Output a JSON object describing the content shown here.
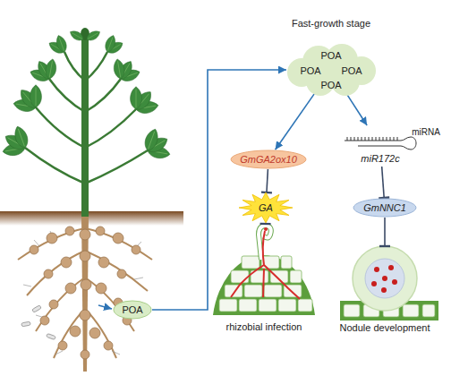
{
  "diagram": {
    "title": "Fast-growth stage",
    "nodes": [
      {
        "text": [
          "POA"
        ]
      },
      {
        "text": [
          "POA",
          "POA",
          "POA",
          "POA"
        ]
      },
      {
        "text": [
          "GmGA2ox10"
        ]
      },
      {
        "text": [
          "miR172c"
        ]
      },
      {
        "text": [
          "GA"
        ]
      },
      {
        "text": [
          "GmNNC1"
        ]
      },
      {
        "text": [
          "rhizobial infection"
        ]
      },
      {
        "text": [
          "Nodule development"
        ]
      }
    ],
    "edges": [
      {
        "from": 0,
        "to": 1,
        "arrow": "to"
      },
      {
        "from": 1,
        "to": 2,
        "arrow": "to"
      },
      {
        "from": 1,
        "to": 3,
        "arrow": "to"
      },
      {
        "from": 2,
        "to": 4,
        "arrow": "to"
      },
      {
        "from": 4,
        "to": 6,
        "arrow": "to"
      },
      {
        "from": 3,
        "to": 5,
        "arrow": "to"
      },
      {
        "from": 5,
        "to": 7,
        "arrow": "to"
      }
    ],
    "labels": [
      "miRNA"
    ]
  }
}
